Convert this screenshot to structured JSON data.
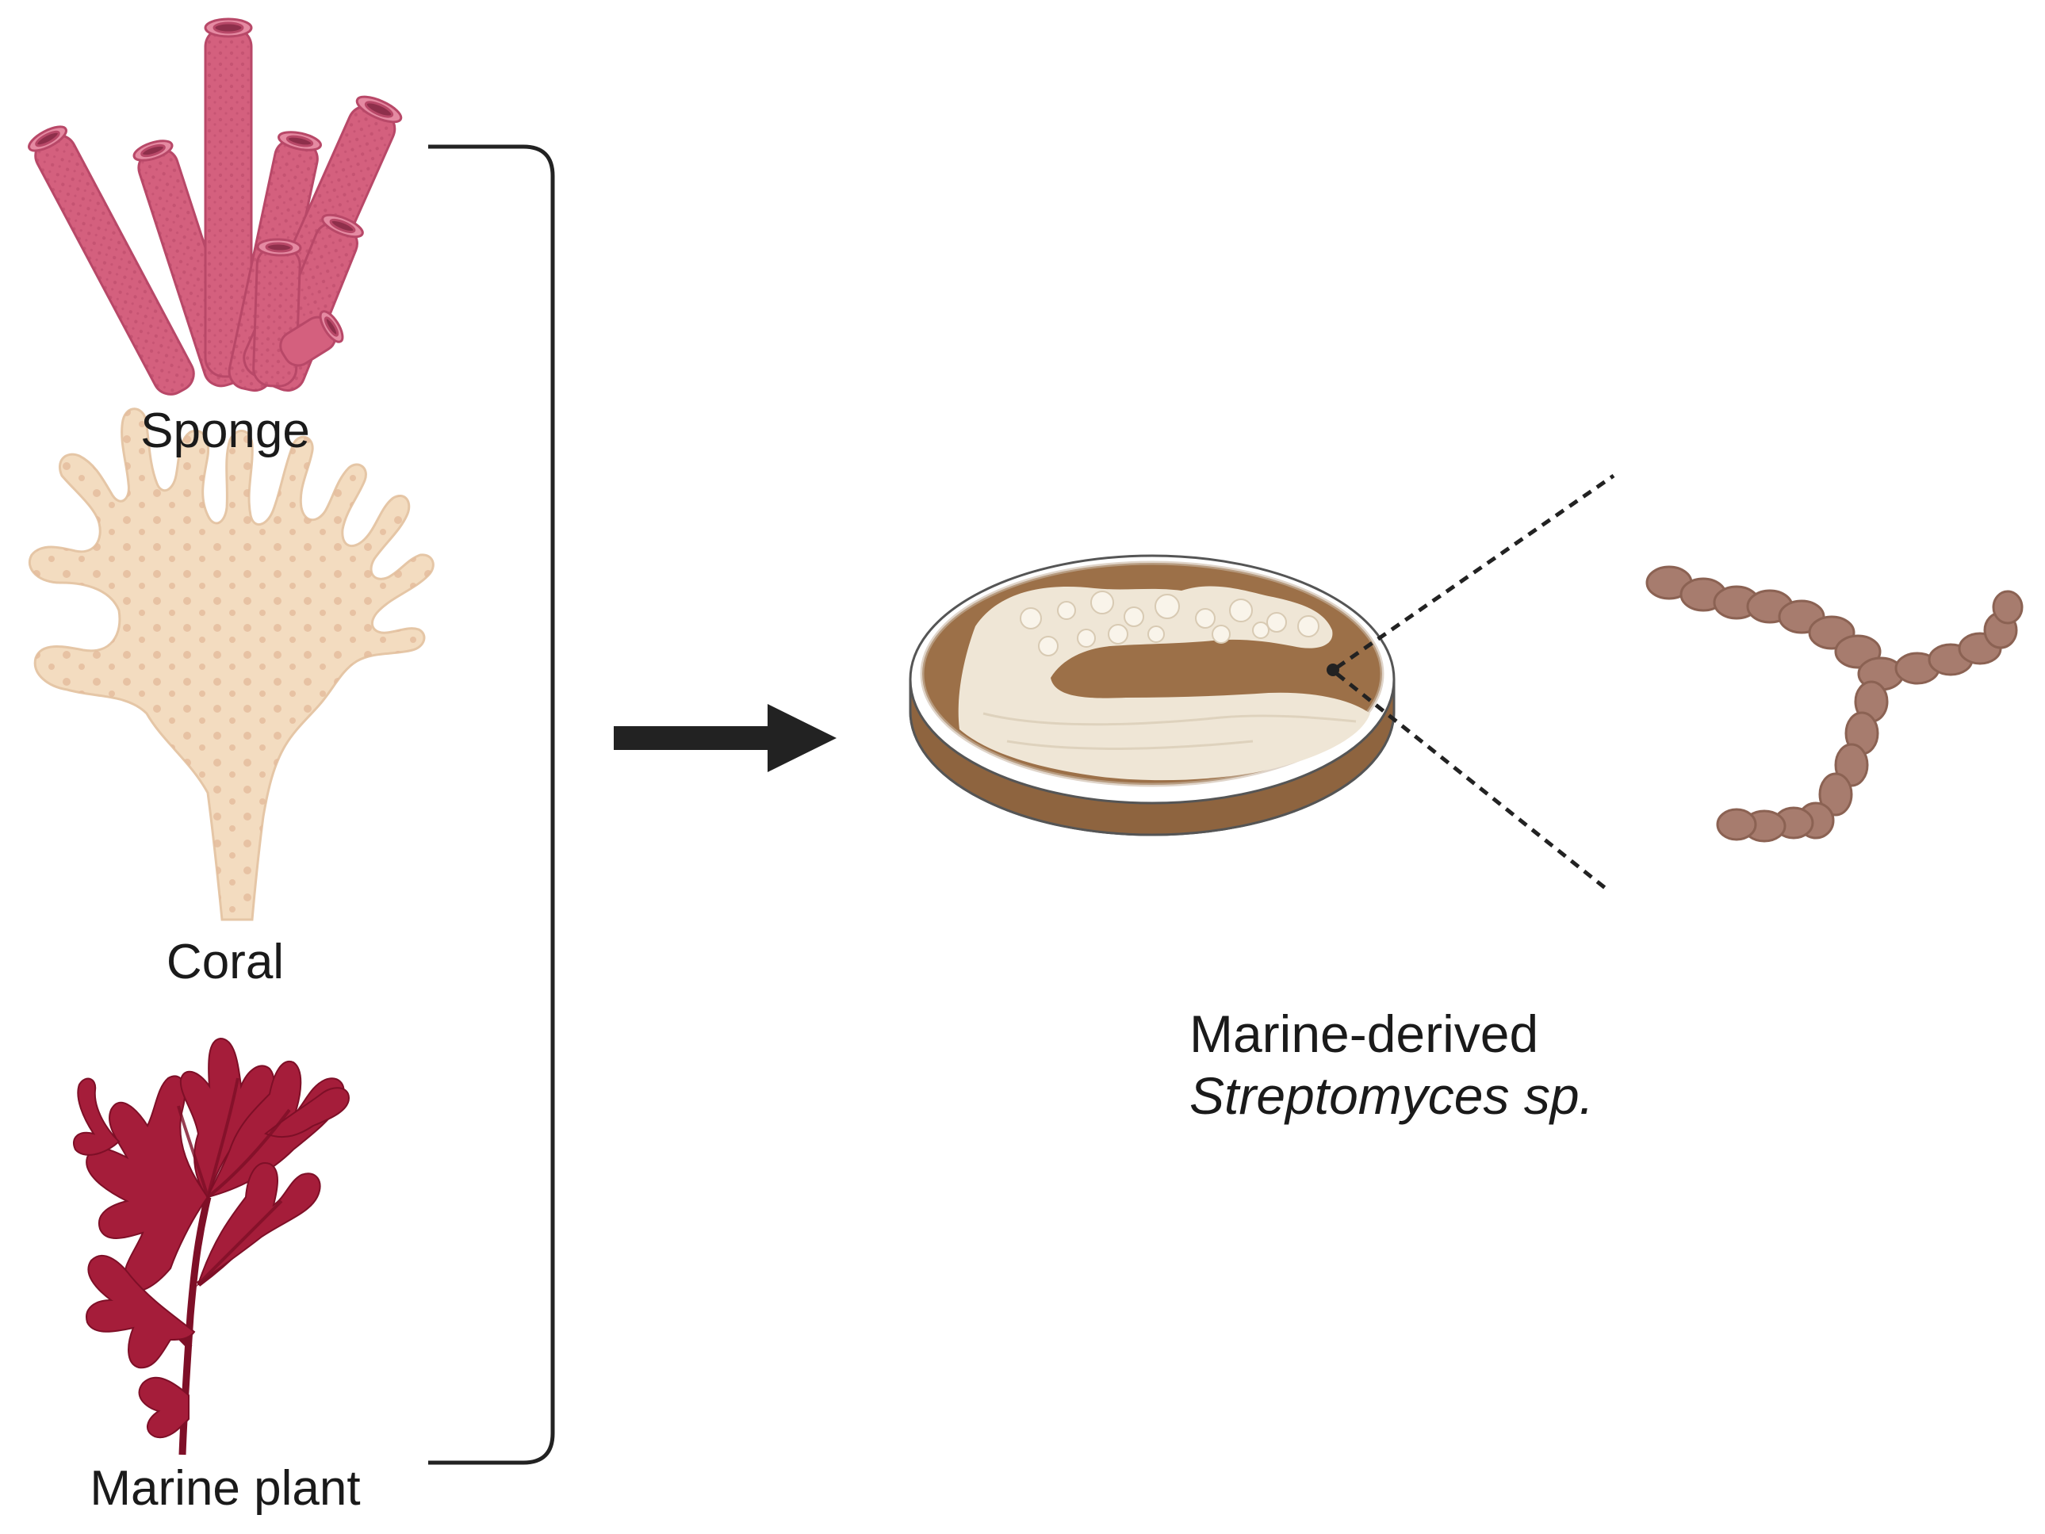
{
  "sources": [
    {
      "id": "sponge",
      "label": "Sponge"
    },
    {
      "id": "coral",
      "label": "Coral"
    },
    {
      "id": "plant",
      "label": "Marine plant"
    }
  ],
  "result": {
    "line1": "Marine-derived",
    "species": "Streptomyces sp."
  },
  "colors": {
    "sponge": "#d4607e",
    "sponge_dark": "#b84868",
    "coral": "#f3dcc0",
    "coral_dots": "#e2b99a",
    "plant": "#a51d3a",
    "plant_dark": "#7e0f27",
    "agar": "#9c7048",
    "colony": "#efe6d6",
    "bacteria": "#a77c6e",
    "line": "#222222"
  },
  "icons": [
    "sponge-icon",
    "coral-icon",
    "marine-plant-icon",
    "arrow-icon",
    "petri-dish-icon",
    "streptomyces-filament-icon"
  ]
}
